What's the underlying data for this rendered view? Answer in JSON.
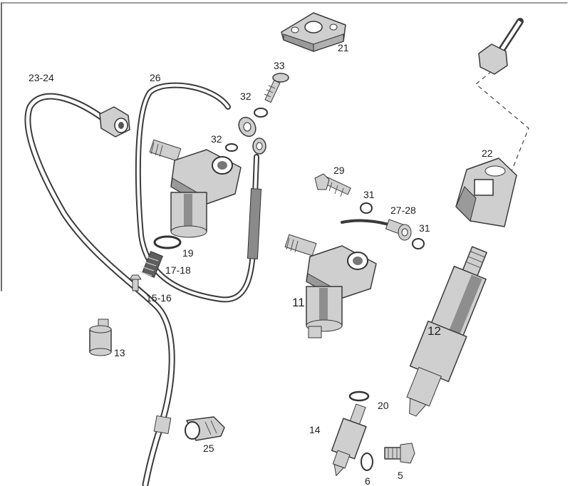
{
  "labels": {
    "p21": "21",
    "p33": "33",
    "p32a": "32",
    "p32b": "32",
    "p23_24": "23-24",
    "p26": "26",
    "p22": "22",
    "p29": "29",
    "p31a": "31",
    "p31b": "31",
    "p27_28": "27-28",
    "p19": "19",
    "p17_18": "17-18",
    "p15_16": "15-16",
    "p11": "11",
    "p12": "12",
    "p13": "13",
    "p20": "20",
    "p14": "14",
    "p25": "25",
    "p6": "6",
    "p5": "5"
  }
}
